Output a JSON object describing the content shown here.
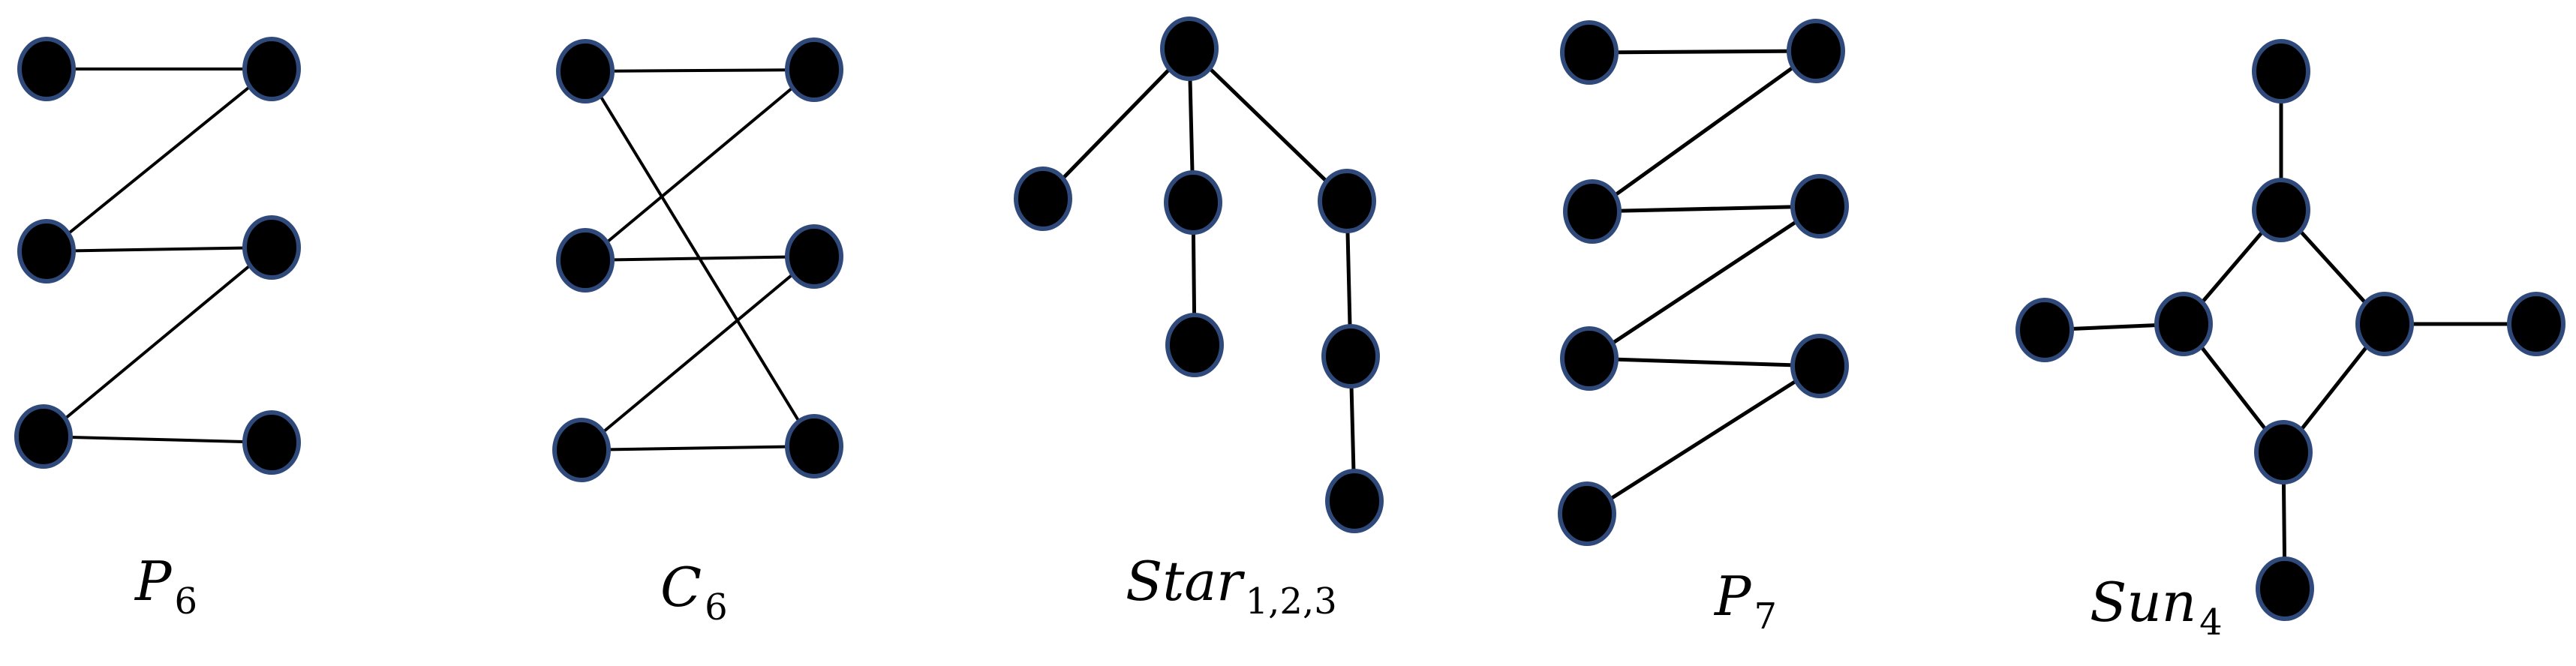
{
  "colors": {
    "node_fill": "#000000",
    "node_stroke": "#2f4a7a",
    "edge": "#000000",
    "background": "#ffffff"
  },
  "graphs": [
    {
      "id": "p6",
      "caption_main": "P",
      "caption_sub": "6",
      "nodes": [
        "a",
        "b",
        "c",
        "d",
        "e",
        "f"
      ],
      "edges": [
        [
          "a",
          "b"
        ],
        [
          "b",
          "c"
        ],
        [
          "c",
          "d"
        ],
        [
          "d",
          "e"
        ],
        [
          "e",
          "f"
        ]
      ]
    },
    {
      "id": "c6",
      "caption_main": "C",
      "caption_sub": "6",
      "nodes": [
        "a",
        "b",
        "c",
        "d",
        "e",
        "f"
      ],
      "edges": [
        [
          "a",
          "b"
        ],
        [
          "b",
          "c"
        ],
        [
          "c",
          "d"
        ],
        [
          "d",
          "e"
        ],
        [
          "e",
          "f"
        ],
        [
          "f",
          "a"
        ]
      ]
    },
    {
      "id": "star123",
      "caption_main": "Star",
      "caption_sub": "1,2,3",
      "nodes": [
        "center",
        "l1",
        "m1",
        "m2",
        "r1",
        "r2",
        "r3"
      ],
      "edges": [
        [
          "center",
          "l1"
        ],
        [
          "center",
          "m1"
        ],
        [
          "m1",
          "m2"
        ],
        [
          "center",
          "r1"
        ],
        [
          "r1",
          "r2"
        ],
        [
          "r2",
          "r3"
        ]
      ]
    },
    {
      "id": "p7",
      "caption_main": "P",
      "caption_sub": "7",
      "nodes": [
        "a",
        "b",
        "c",
        "d",
        "e",
        "f",
        "g"
      ],
      "edges": [
        [
          "a",
          "b"
        ],
        [
          "b",
          "c"
        ],
        [
          "c",
          "d"
        ],
        [
          "d",
          "e"
        ],
        [
          "e",
          "f"
        ],
        [
          "f",
          "g"
        ]
      ]
    },
    {
      "id": "sun4",
      "caption_main": "Sun",
      "caption_sub": "4",
      "nodes": [
        "top",
        "left",
        "right",
        "bottom",
        "pendant-top",
        "pendant-left",
        "pendant-right",
        "pendant-bottom"
      ],
      "edges": [
        [
          "top",
          "left"
        ],
        [
          "left",
          "bottom"
        ],
        [
          "bottom",
          "right"
        ],
        [
          "right",
          "top"
        ],
        [
          "top",
          "pendant-top"
        ],
        [
          "left",
          "pendant-left"
        ],
        [
          "right",
          "pendant-right"
        ],
        [
          "bottom",
          "pendant-bottom"
        ]
      ]
    }
  ]
}
